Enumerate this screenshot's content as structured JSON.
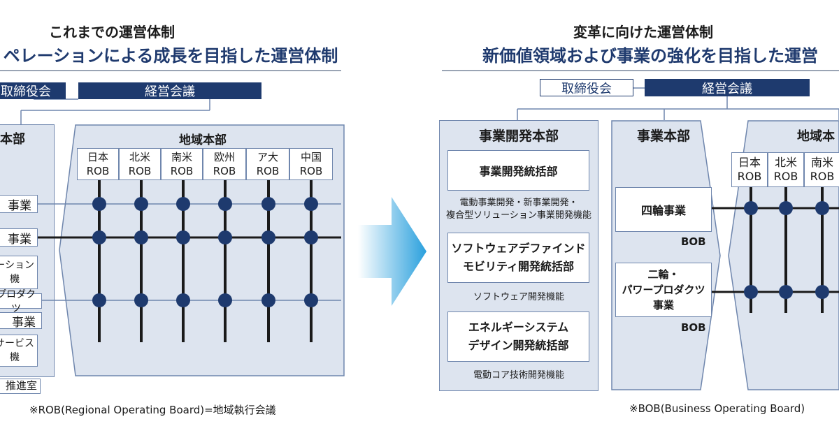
{
  "before": {
    "heading1": "これまでの運営体制",
    "heading2": "ペレーションによる成長を目指した運営体制",
    "board": "取締役会",
    "management": "経営会議",
    "hq_left": "本部",
    "left_items": [
      "事業",
      "事業",
      "ーション\n機",
      "プロダクツ",
      "事業",
      "サービス\n機"
    ],
    "bottom_item": "推進室",
    "regional_hq": "地域本部",
    "regions": [
      "日本\nROB",
      "北米\nROB",
      "南米\nROB",
      "欧州\nROB",
      "ア大\nROB",
      "中国\nROB"
    ],
    "note": "※ROB(Regional Operating Board)=地域執行会議"
  },
  "after": {
    "heading1": "変革に向けた運営体制",
    "heading2": "新価値領域および事業の強化を目指した運営",
    "board": "取締役会",
    "management": "経営会議",
    "bizdev_hq": "事業開発本部",
    "bizdev_units": [
      {
        "name": "事業開発統括部",
        "caption": "電動事業開発・新事業開発・\n複合型ソリューション事業開発機能"
      },
      {
        "name": "ソフトウェアデファインド\nモビリティ開発統括部",
        "caption": "ソフトウェア開発機能"
      },
      {
        "name": "エネルギーシステム\nデザイン開発統括部",
        "caption": "電動コア技術開発機能"
      }
    ],
    "biz_hq": "事業本部",
    "biz_units": [
      {
        "name": "四輪事業",
        "caption": "BOB"
      },
      {
        "name": "二輪・\nパワープロダクツ\n事業",
        "caption": "BOB"
      }
    ],
    "regional_hq": "地域本",
    "regions": [
      "日本\nROB",
      "北米\nROB",
      "南米\nROB"
    ],
    "note": "※BOB(Business Operating Board)"
  },
  "colors": {
    "navy": "#1e3a6e",
    "panel": "#dde4ef",
    "border": "#6f86ad",
    "arrow": "#2aa0dd"
  }
}
